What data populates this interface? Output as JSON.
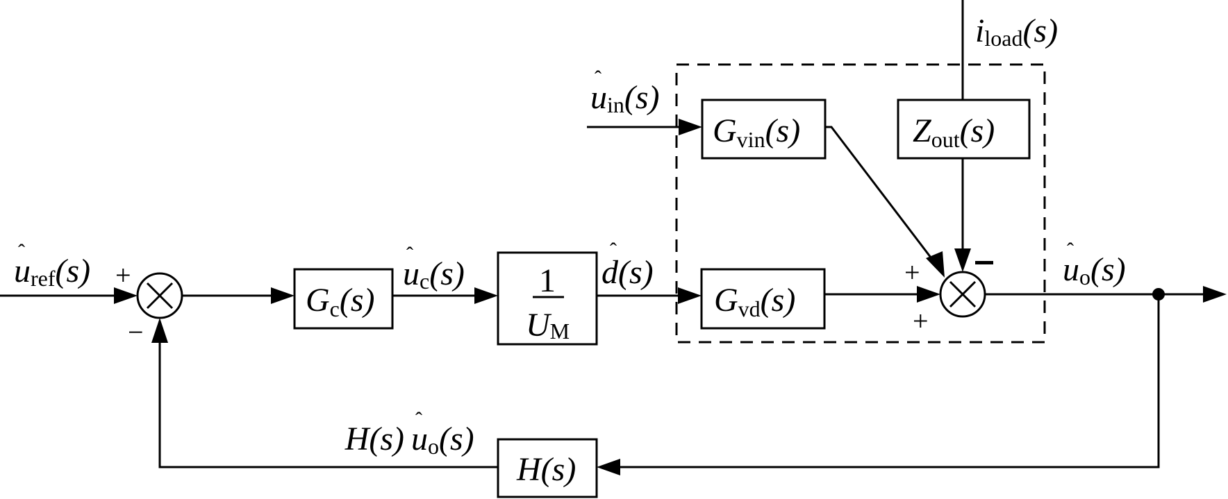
{
  "diagram": {
    "title": "",
    "description": "Small-signal closed-loop control block diagram of a converter with input voltage and load current disturbances",
    "colors": {
      "stroke": "#000000",
      "background": "#ffffff"
    },
    "signals": {
      "reference": {
        "symbol": "u",
        "hat": true,
        "subscript": "ref",
        "arg": "(s)"
      },
      "control": {
        "symbol": "u",
        "hat": true,
        "subscript": "c",
        "arg": "(s)"
      },
      "duty": {
        "symbol": "d",
        "hat": true,
        "subscript": "",
        "arg": "(s)"
      },
      "input_voltage": {
        "symbol": "u",
        "hat": true,
        "subscript": "in",
        "arg": "(s)"
      },
      "load_current": {
        "symbol": "i",
        "hat": false,
        "subscript": "load",
        "arg": "(s)"
      },
      "output": {
        "symbol": "u",
        "hat": true,
        "subscript": "o",
        "arg": "(s)"
      },
      "feedback": {
        "prefix": "H(s)",
        "symbol": "u",
        "hat": true,
        "subscript": "o",
        "arg": "(s)"
      }
    },
    "blocks": {
      "compensator": {
        "symbol": "G",
        "subscript": "c",
        "arg": "(s)"
      },
      "modulator": {
        "numerator": "1",
        "symbol": "U",
        "subscript": "M"
      },
      "control_to_output": {
        "symbol": "G",
        "subscript": "vd",
        "arg": "(s)"
      },
      "input_to_output": {
        "symbol": "G",
        "subscript": "vin",
        "arg": "(s)"
      },
      "output_impedance": {
        "symbol": "Z",
        "subscript": "out",
        "arg": "(s)"
      },
      "sensor": {
        "symbol": "H",
        "arg": "(s)"
      }
    },
    "junctions": {
      "error_sum": {
        "symbol": "×",
        "signs": {
          "left": "+",
          "bottom": "−"
        }
      },
      "output_sum": {
        "symbol": "×",
        "signs": {
          "top_left": "+",
          "bottom": "+",
          "top_right": "−"
        }
      }
    },
    "plant_group": {
      "style": "dashed"
    }
  }
}
